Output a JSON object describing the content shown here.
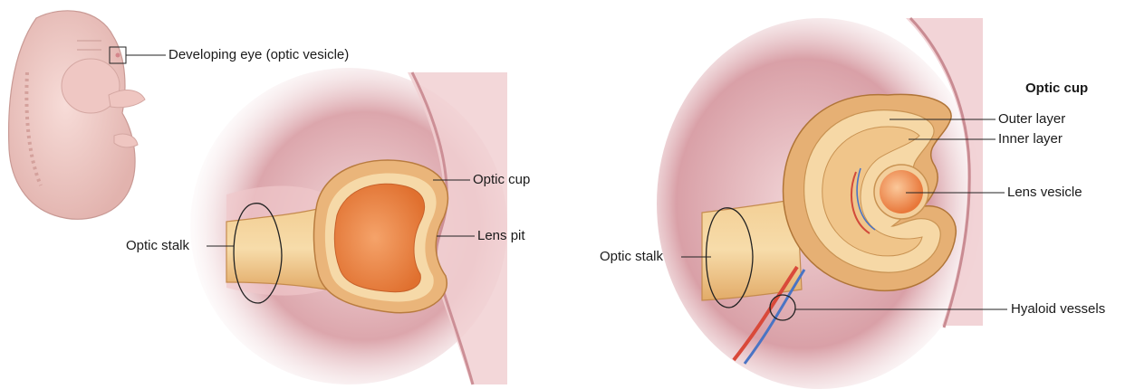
{
  "labels": {
    "developing_eye": "Developing eye (optic vesicle)",
    "optic_cup_left": "Optic cup",
    "lens_pit": "Lens pit",
    "optic_stalk_left": "Optic stalk",
    "optic_cup_heading": "Optic cup",
    "outer_layer": "Outer layer",
    "inner_layer": "Inner layer",
    "lens_vesicle": "Lens vesicle",
    "optic_stalk_right": "Optic stalk",
    "hyaloid_vessels": "Hyaloid vessels"
  },
  "colors": {
    "tissue_pink": "#d9a3a8",
    "tissue_dark": "#b97a82",
    "cup_tan": "#e9b87a",
    "cup_light": "#f6dcae",
    "cavity_orange": "#ef8a4e",
    "lens_orange": "#f39a5c",
    "embryo_skin": "#eecbc7",
    "artery_red": "#d9493a",
    "vein_blue": "#4a74c4",
    "leader_line": "#222222"
  }
}
